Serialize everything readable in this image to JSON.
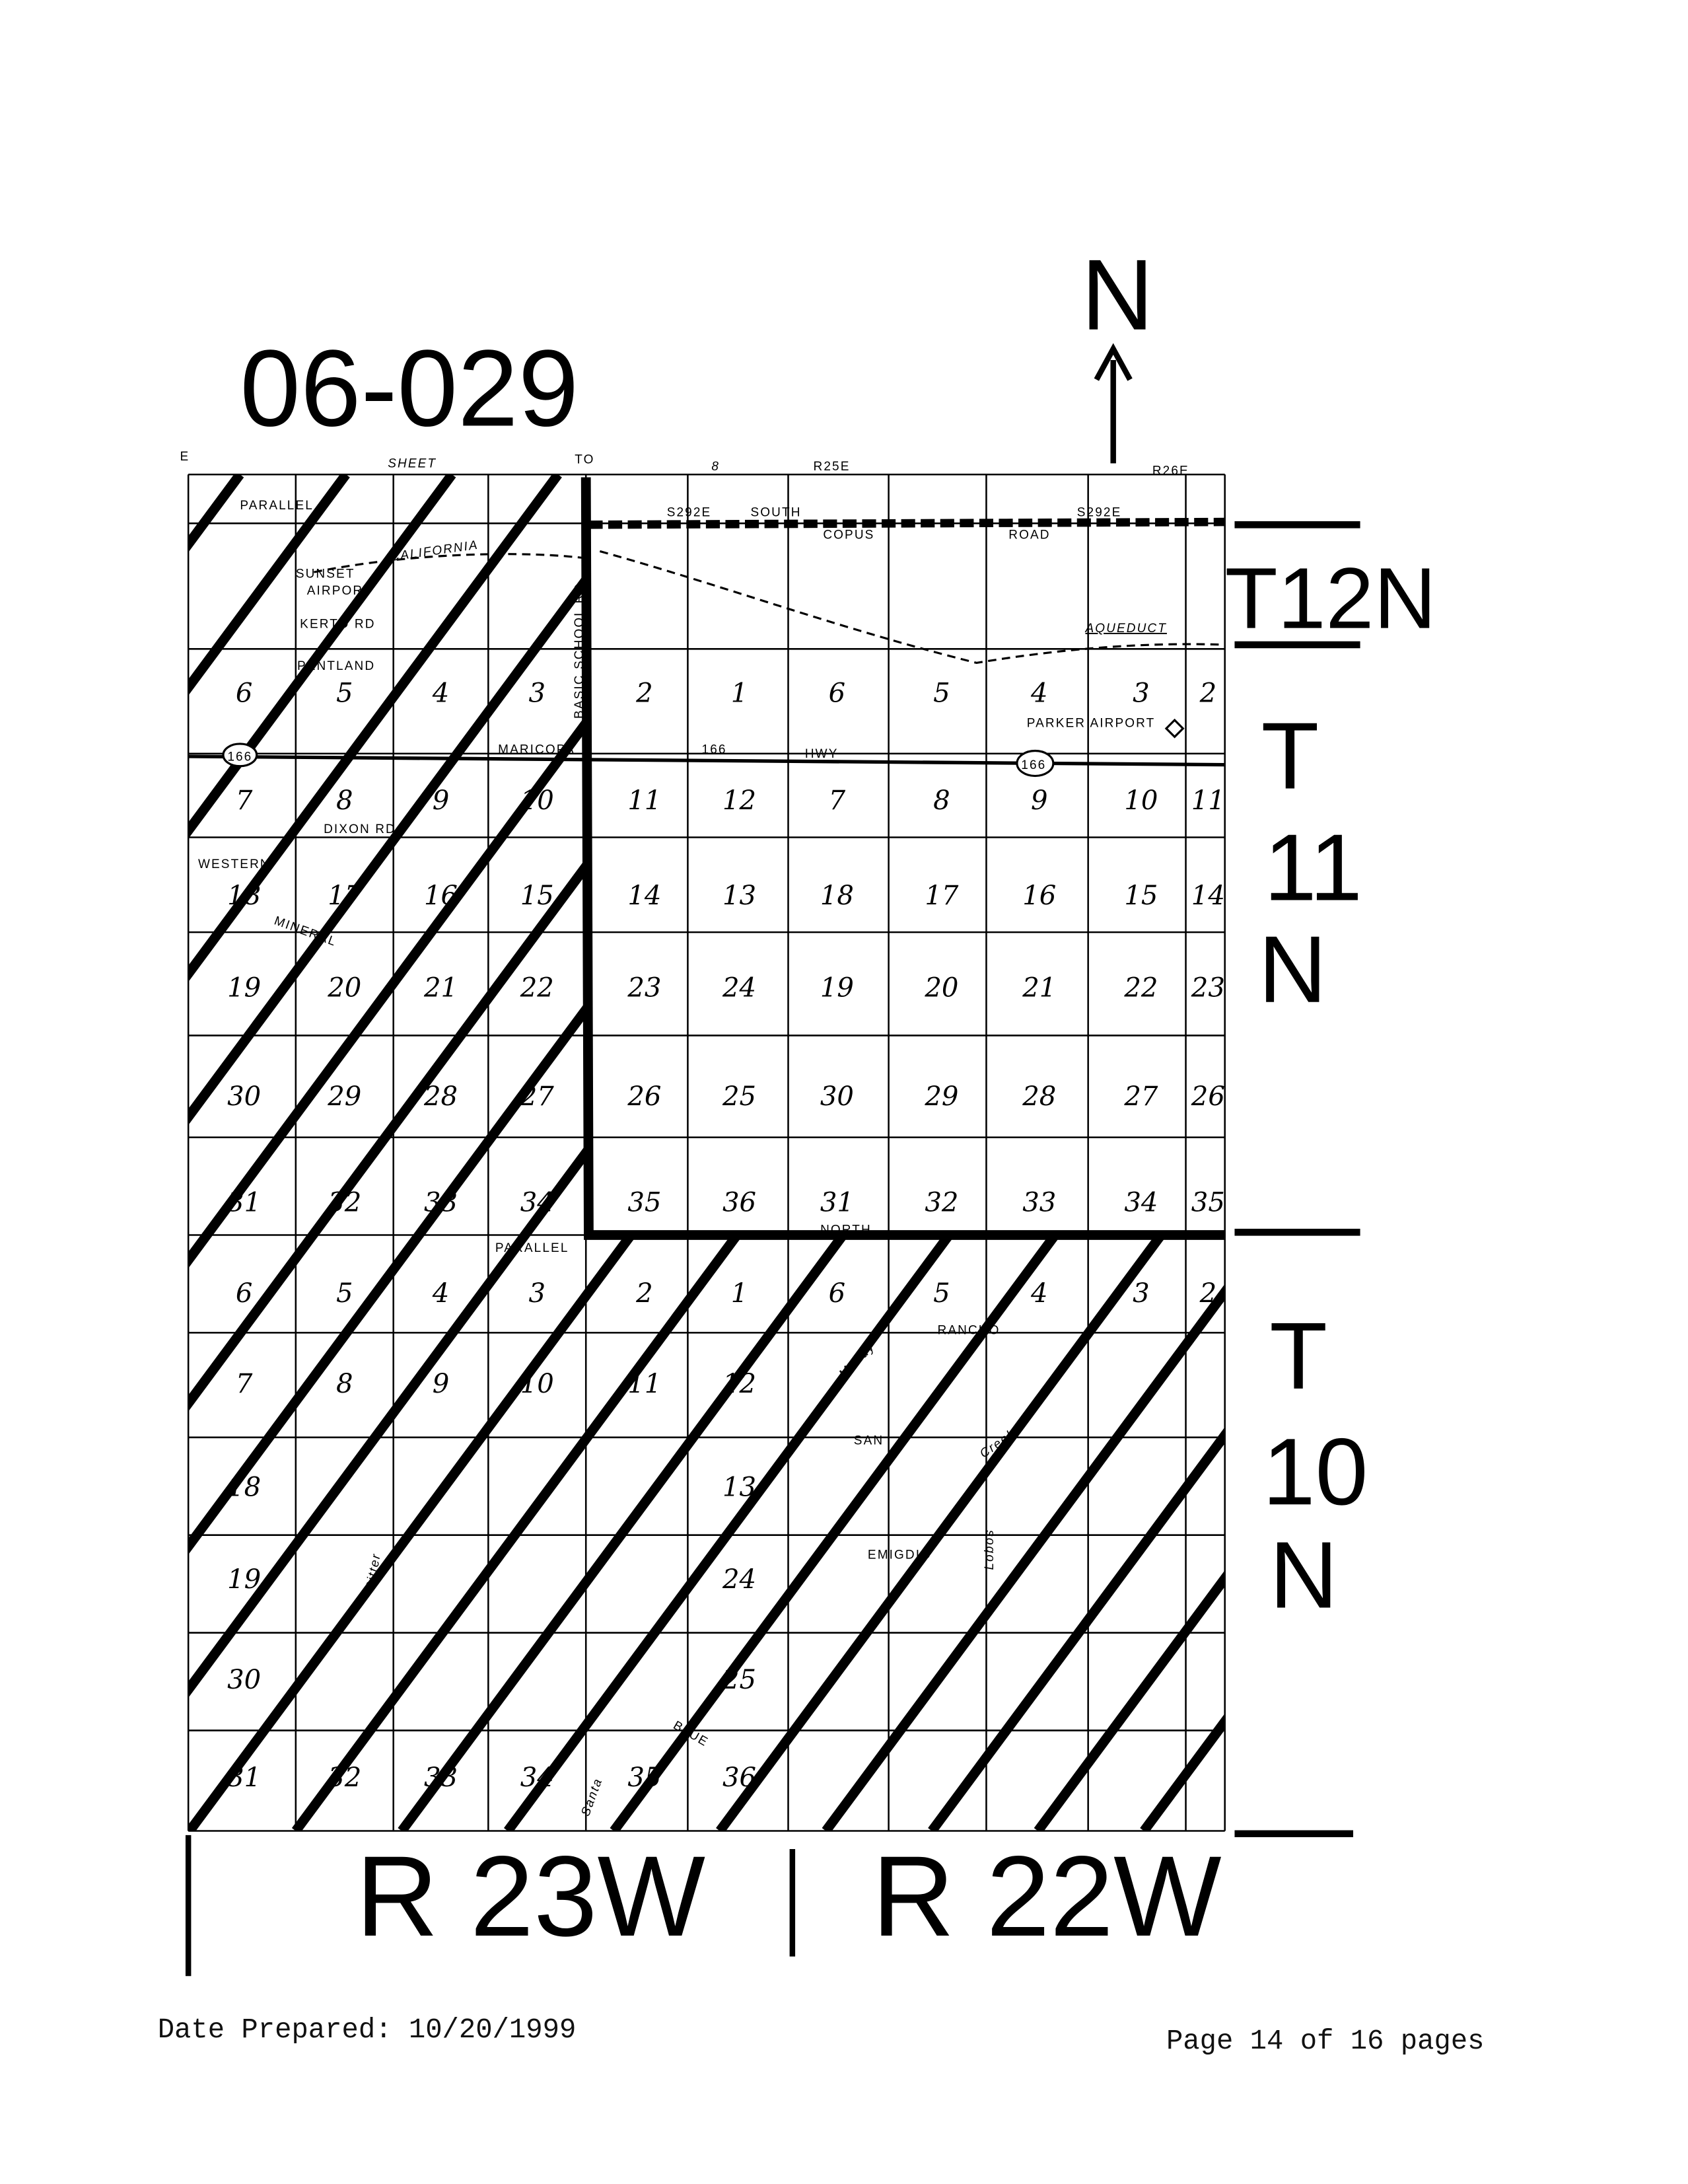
{
  "map": {
    "sheet_id": "06-029",
    "north_label": "N",
    "townships": {
      "t12n": "T12N",
      "t11n": [
        "T",
        "11",
        "N"
      ],
      "t10n": [
        "T",
        "10",
        "N"
      ]
    },
    "ranges": {
      "r23w": "R 23W",
      "r22w": "R 22W"
    },
    "labels": {
      "e_edge": "E",
      "sheet": "SHEET",
      "to": "TO",
      "eight": "8",
      "r25e": "R25E",
      "r26e": "R26E",
      "s292e_1": "S292E",
      "south": "SOUTH",
      "s292e_2": "S292E",
      "copus": "COPUS",
      "road": "ROAD",
      "parallel_top": "PARALLEL",
      "california": "CALIFORNIA",
      "aqueduct": "AQUEDUCT",
      "sunset": "SUNSET",
      "airport": "AIRPORT",
      "kerto_rd": "KERTO RD",
      "pentland": "PENTLAND",
      "hwy_166": "166",
      "hwy": "HWY",
      "maricopa": "MARICOPA",
      "parker_airport": "PARKER AIRPORT",
      "basic_school_rd": "BASIC SCHOOL RD",
      "western": "WESTERN",
      "mineral": "MINERAL",
      "dixon_rd": "DIXON RD",
      "north": "NORTH",
      "parallel_bottom": "PARALLEL",
      "muddy": "Muddy",
      "rancho": "RANCHO",
      "san": "SAN",
      "emigdio": "EMIGDIO",
      "creek": "Creek",
      "lobos": "Lobos",
      "bitter": "Bitter",
      "blue": "BLUE",
      "santa": "Santa"
    },
    "sections_t11n": [
      [
        "6",
        "5",
        "4",
        "3",
        "2",
        "1",
        "6",
        "5",
        "4",
        "3",
        "2"
      ],
      [
        "7",
        "8",
        "9",
        "10",
        "11",
        "12",
        "7",
        "8",
        "9",
        "10",
        "11"
      ],
      [
        "18",
        "17",
        "16",
        "15",
        "14",
        "13",
        "18",
        "17",
        "16",
        "15",
        "14"
      ],
      [
        "19",
        "20",
        "21",
        "22",
        "23",
        "24",
        "19",
        "20",
        "21",
        "22",
        "23"
      ],
      [
        "30",
        "29",
        "28",
        "27",
        "26",
        "25",
        "30",
        "29",
        "28",
        "27",
        "26"
      ],
      [
        "31",
        "32",
        "33",
        "34",
        "35",
        "36",
        "31",
        "32",
        "33",
        "34",
        "35"
      ]
    ],
    "sections_t10n": [
      [
        "6",
        "5",
        "4",
        "3",
        "2",
        "1",
        "6",
        "5",
        "4",
        "3",
        "2"
      ],
      [
        "7",
        "8",
        "9",
        "10",
        "11",
        "12",
        "",
        "",
        "",
        "",
        ""
      ],
      [
        "18",
        "",
        "",
        "",
        "",
        "13",
        "",
        "",
        "",
        "",
        ""
      ],
      [
        "19",
        "",
        "",
        "",
        "",
        "24",
        "",
        "",
        "",
        "",
        ""
      ],
      [
        "30",
        "",
        "",
        "",
        "",
        "25",
        "",
        "",
        "",
        "",
        ""
      ],
      [
        "31",
        "32",
        "33",
        "34",
        "35",
        "36",
        "",
        "",
        "",
        "",
        ""
      ]
    ]
  },
  "footer": {
    "date_prepared": "Date Prepared: 10/20/1999",
    "page": "Page 14 of 16 pages"
  }
}
